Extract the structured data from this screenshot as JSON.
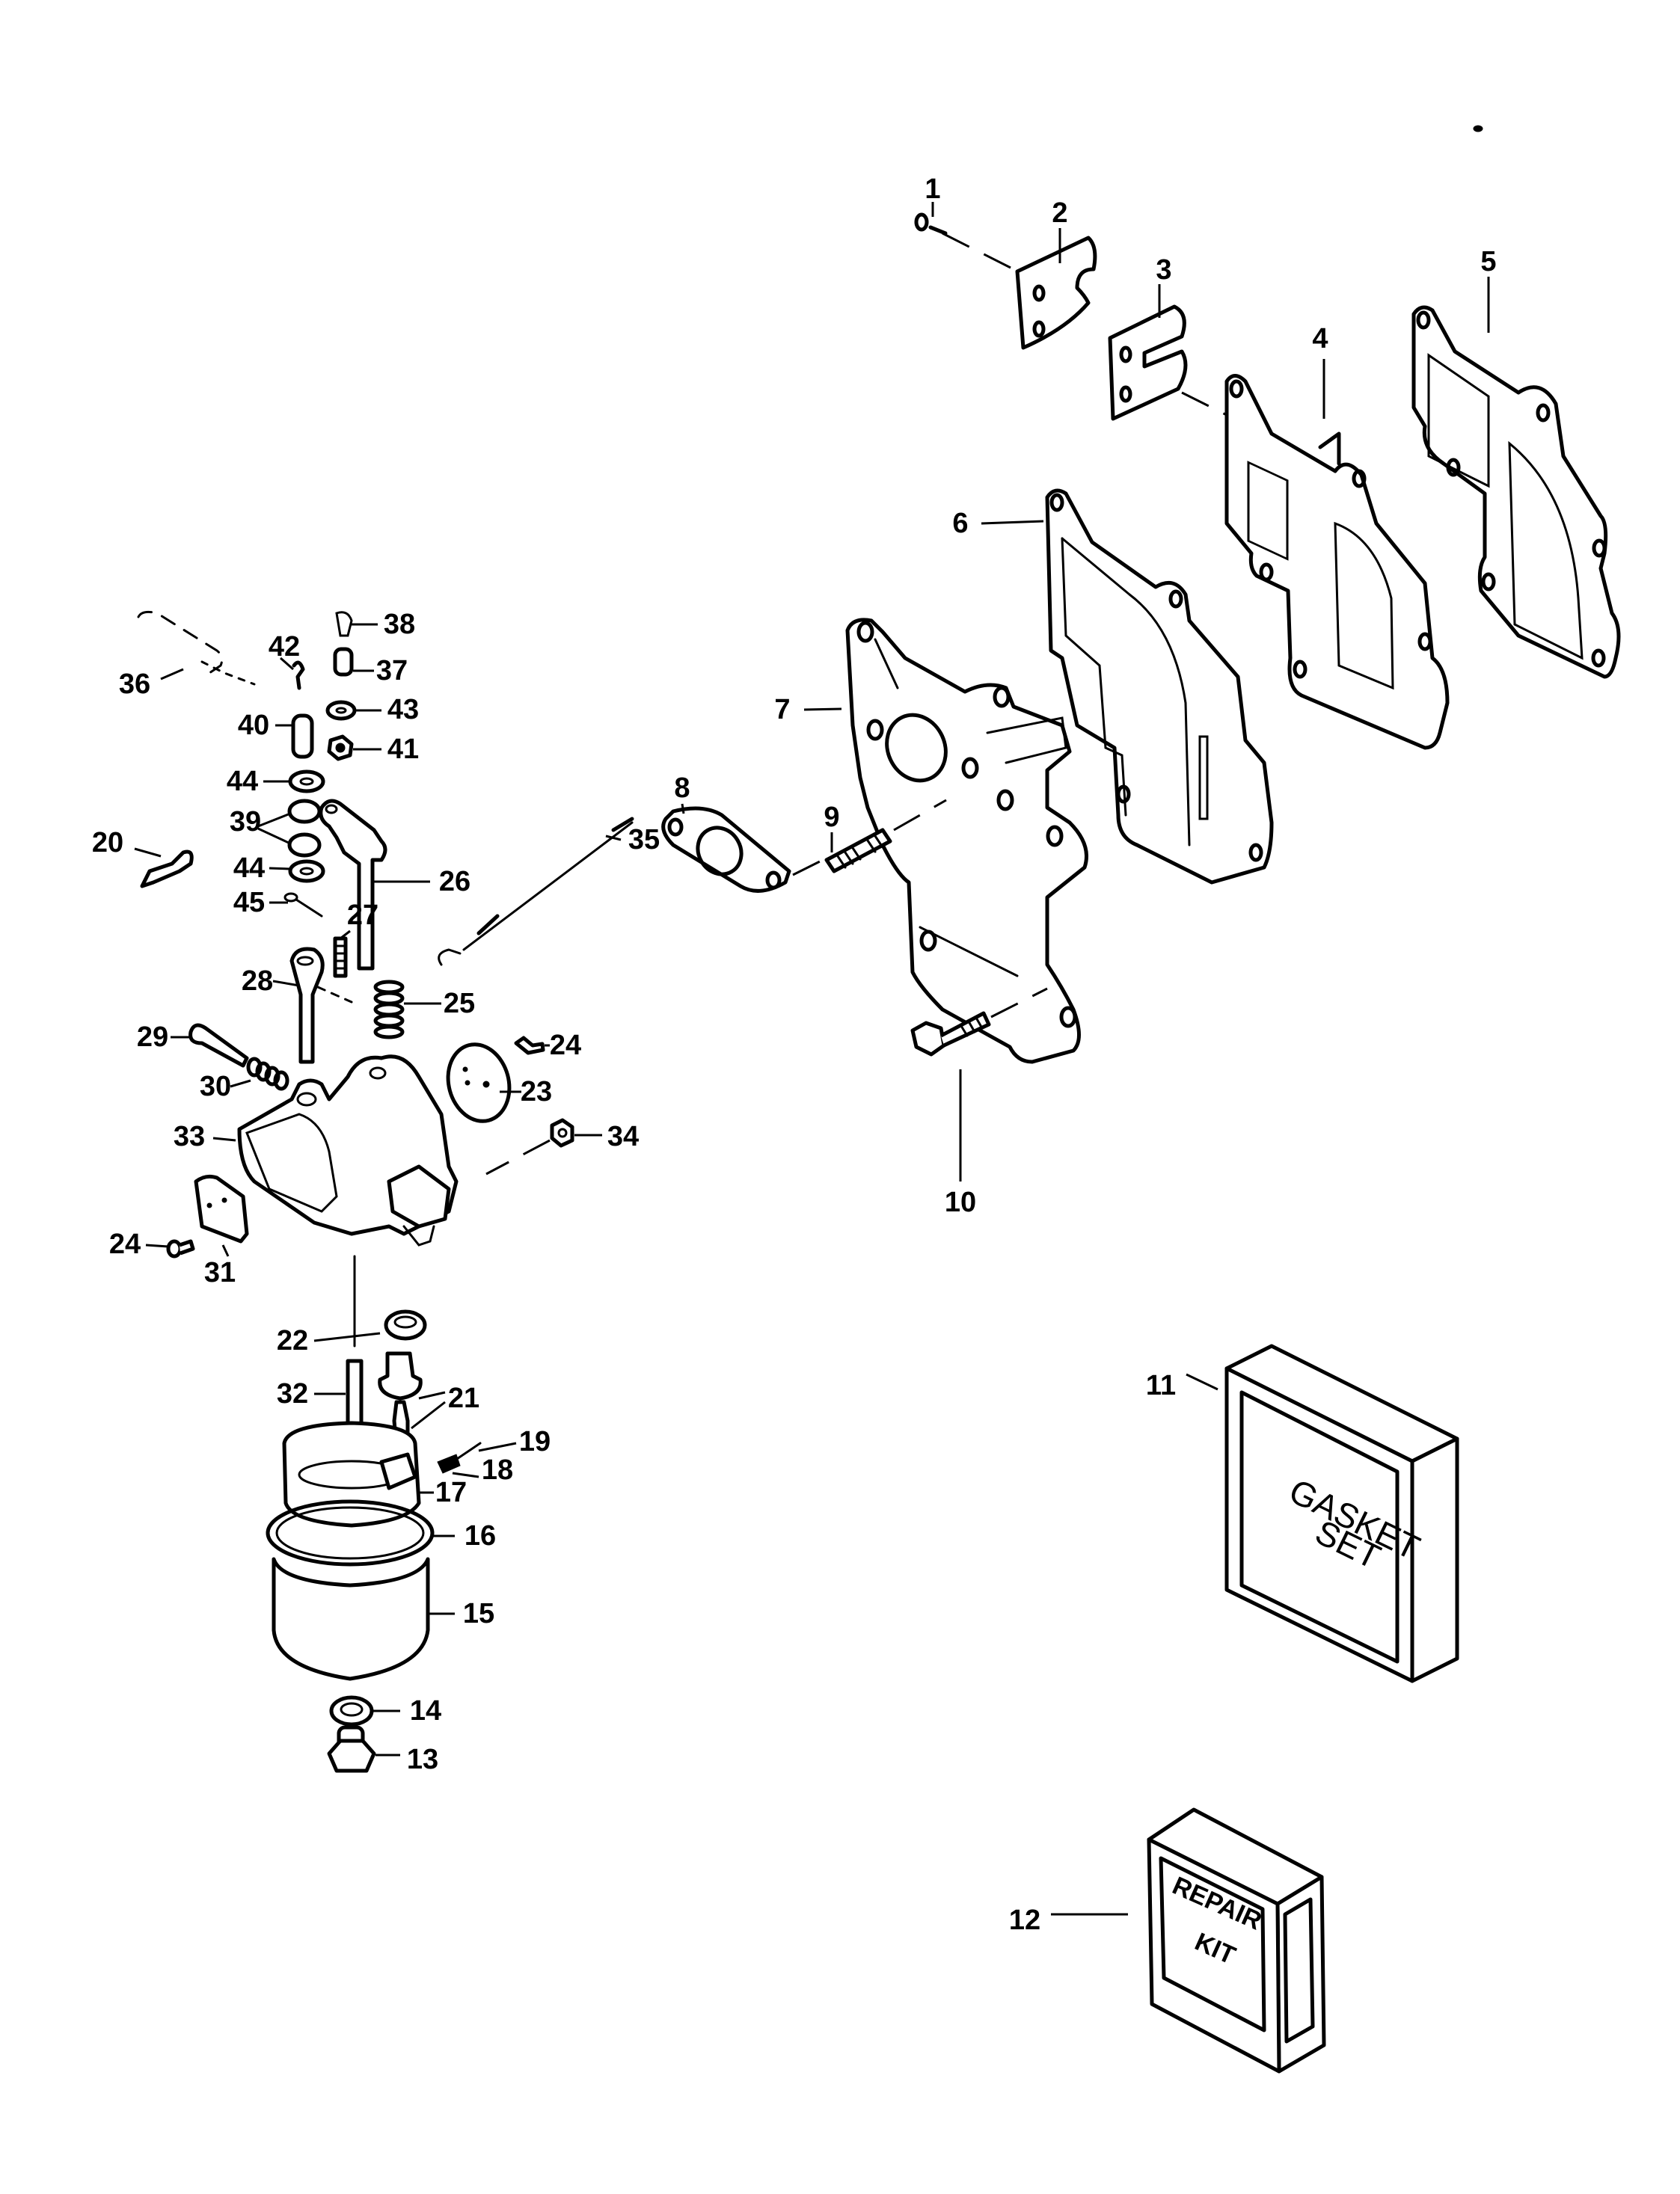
{
  "diagram": {
    "type": "exploded-parts-diagram",
    "subject": "Carburetor and intake manifold assembly",
    "callouts": [
      {
        "id": "c1",
        "number": "1"
      },
      {
        "id": "c2",
        "number": "2"
      },
      {
        "id": "c3",
        "number": "3"
      },
      {
        "id": "c4",
        "number": "4"
      },
      {
        "id": "c5",
        "number": "5"
      },
      {
        "id": "c6",
        "number": "6"
      },
      {
        "id": "c7",
        "number": "7"
      },
      {
        "id": "c8",
        "number": "8"
      },
      {
        "id": "c9",
        "number": "9"
      },
      {
        "id": "c10",
        "number": "10"
      },
      {
        "id": "c11",
        "number": "11"
      },
      {
        "id": "c12",
        "number": "12"
      },
      {
        "id": "c13",
        "number": "13"
      },
      {
        "id": "c14",
        "number": "14"
      },
      {
        "id": "c15",
        "number": "15"
      },
      {
        "id": "c16",
        "number": "16"
      },
      {
        "id": "c17",
        "number": "17"
      },
      {
        "id": "c18",
        "number": "18"
      },
      {
        "id": "c19",
        "number": "19"
      },
      {
        "id": "c20",
        "number": "20"
      },
      {
        "id": "c21",
        "number": "21"
      },
      {
        "id": "c22",
        "number": "22"
      },
      {
        "id": "c23",
        "number": "23"
      },
      {
        "id": "c24a",
        "number": "24"
      },
      {
        "id": "c24b",
        "number": "24"
      },
      {
        "id": "c25",
        "number": "25"
      },
      {
        "id": "c26",
        "number": "26"
      },
      {
        "id": "c27",
        "number": "27"
      },
      {
        "id": "c28",
        "number": "28"
      },
      {
        "id": "c29",
        "number": "29"
      },
      {
        "id": "c30",
        "number": "30"
      },
      {
        "id": "c31",
        "number": "31"
      },
      {
        "id": "c32",
        "number": "32"
      },
      {
        "id": "c33",
        "number": "33"
      },
      {
        "id": "c34",
        "number": "34"
      },
      {
        "id": "c35",
        "number": "35"
      },
      {
        "id": "c36",
        "number": "36"
      },
      {
        "id": "c37",
        "number": "37"
      },
      {
        "id": "c38",
        "number": "38"
      },
      {
        "id": "c39",
        "number": "39"
      },
      {
        "id": "c40",
        "number": "40"
      },
      {
        "id": "c41",
        "number": "41"
      },
      {
        "id": "c42",
        "number": "42"
      },
      {
        "id": "c43",
        "number": "43"
      },
      {
        "id": "c44a",
        "number": "44"
      },
      {
        "id": "c44b",
        "number": "44"
      },
      {
        "id": "c45",
        "number": "45"
      }
    ],
    "kits": {
      "gasket_set": {
        "line1": "GASKET",
        "line2": "SET"
      },
      "repair_kit": {
        "line1": "REPAIR",
        "line2": "KIT"
      }
    }
  }
}
